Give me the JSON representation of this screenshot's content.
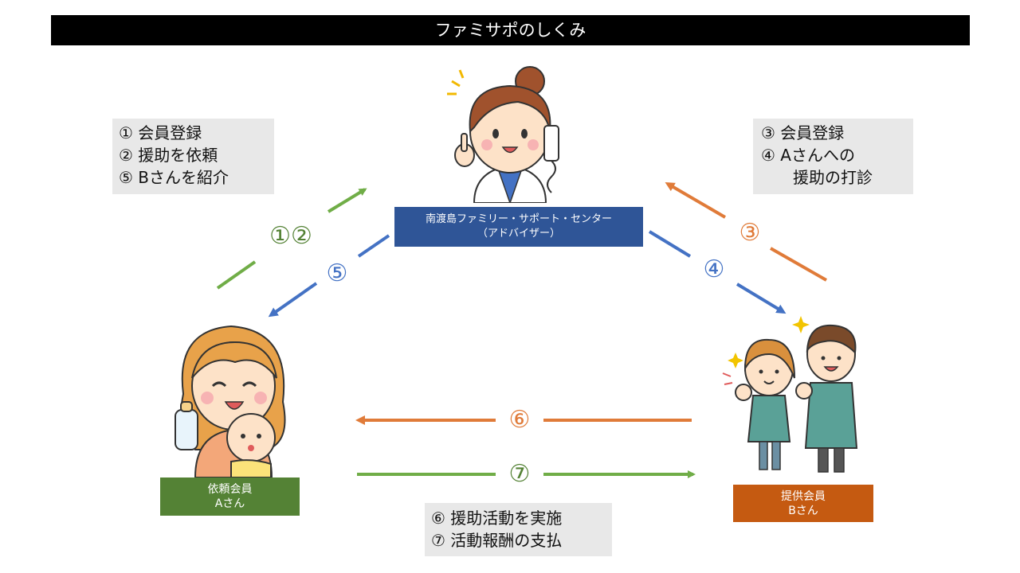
{
  "title": "ファミサポのしくみ",
  "center": {
    "line1": "南渡島ファミリー・サポート・センター",
    "line2": "（アドバイザー）"
  },
  "member_a": {
    "line1": "依頼会員",
    "line2": "Aさん"
  },
  "member_b": {
    "line1": "提供会員",
    "line2": "Bさん"
  },
  "note_left": [
    "① 会員登録",
    "② 援助を依頼",
    "⑤ Bさんを紹介"
  ],
  "note_right": [
    "③ 会員登録",
    "④ Aさんへの",
    "援助の打診"
  ],
  "note_bottom": [
    "⑥ 援助活動を実施",
    "⑦ 活動報酬の支払"
  ],
  "arrow_labels": {
    "a12": "①②",
    "a5": "⑤",
    "a3": "③",
    "a4": "④",
    "a6": "⑥",
    "a7": "⑦"
  },
  "colors": {
    "green": "#70ad47",
    "blue": "#4472c4",
    "orange": "#e07b39",
    "center_box": "#2f5597",
    "member_a_box": "#548235",
    "member_b_box": "#c55a11"
  }
}
